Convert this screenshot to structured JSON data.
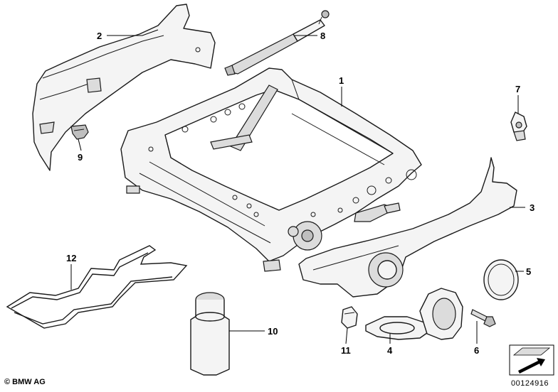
{
  "callouts": {
    "c1": "1",
    "c2": "2",
    "c3": "3",
    "c4": "4",
    "c5": "5",
    "c6": "6",
    "c7": "7",
    "c8": "8",
    "c9": "9",
    "c10": "10",
    "c11": "11",
    "c12": "12"
  },
  "footer": {
    "brand": "© BMW AG",
    "doc_id": "00124916"
  }
}
